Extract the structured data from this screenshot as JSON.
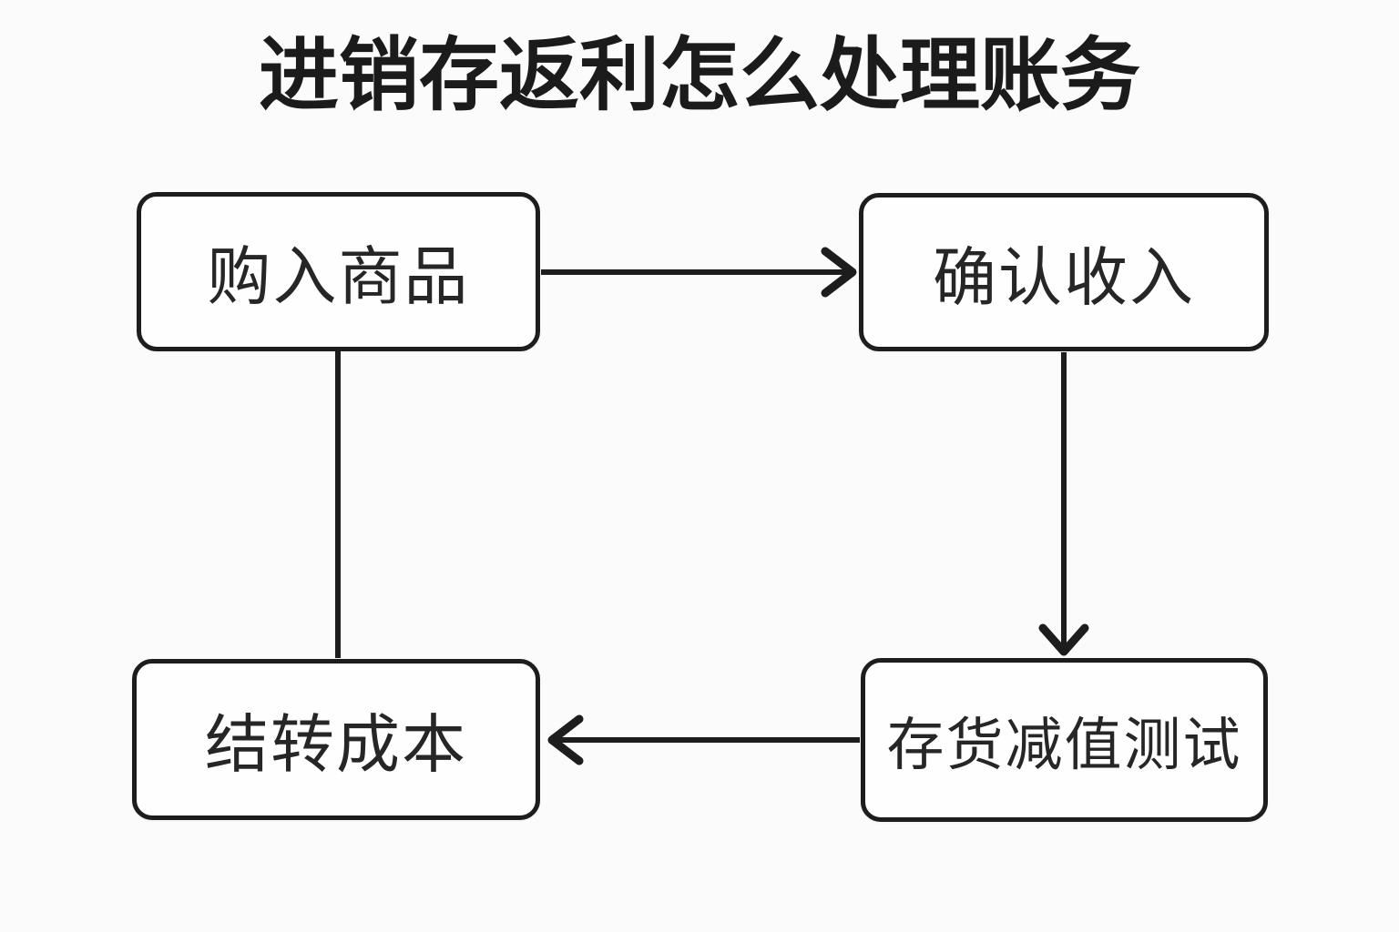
{
  "title": "进销存返利怎么处理账务",
  "nodes": {
    "purchase": {
      "label": "购入商品"
    },
    "revenue": {
      "label": "确认收入"
    },
    "impairment": {
      "label": "存货减值测试"
    },
    "cost": {
      "label": "结转成本"
    }
  },
  "edges": [
    {
      "from": "购入商品",
      "to": "确认收入",
      "arrowhead": true,
      "direction": "right"
    },
    {
      "from": "确认收入",
      "to": "存货减值测试",
      "arrowhead": true,
      "direction": "down"
    },
    {
      "from": "存货减值测试",
      "to": "结转成本",
      "arrowhead": true,
      "direction": "left"
    },
    {
      "from": "购入商品",
      "to": "结转成本",
      "arrowhead": false,
      "direction": "down"
    }
  ],
  "colors": {
    "background": "#fbfbfb",
    "node_fill": "#fefefe",
    "stroke": "#1d1d1d",
    "text": "#262626"
  }
}
